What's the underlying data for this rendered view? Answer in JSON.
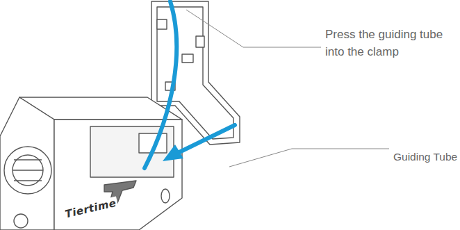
{
  "diagram": {
    "labels": [
      "Press the guiding tube into the clamp",
      "Guiding Tube",
      "Tiertime"
    ]
  }
}
